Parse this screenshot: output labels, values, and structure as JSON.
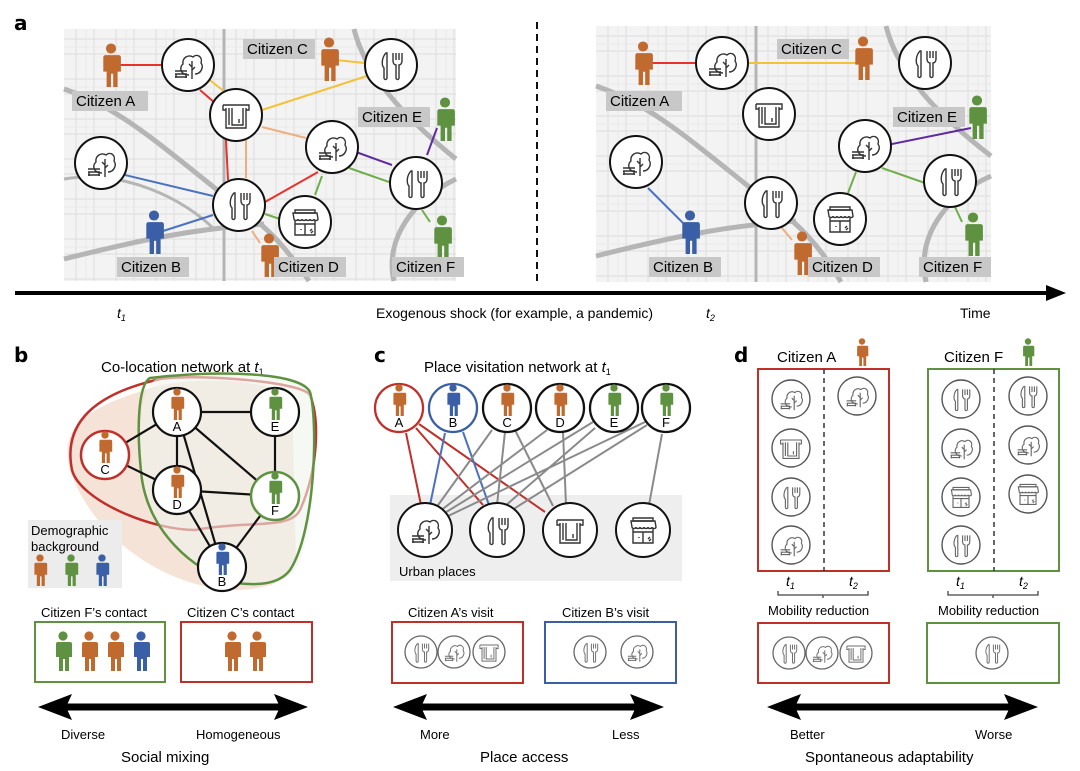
{
  "colors": {
    "orange": "#c16a30",
    "green": "#5e9240",
    "blue": "#3a5fa6",
    "red": "#c0302b",
    "edge_red": "#e8322a",
    "edge_yellow": "#f5c237",
    "edge_peach": "#efae80",
    "edge_blue": "#4a72c2",
    "edge_green": "#6fae48",
    "edge_purple": "#5f2aa0",
    "gray_edge": "#8a8a8a",
    "map_bg": "#f2f2f2"
  },
  "panel_a": {
    "letter": "a",
    "maps": [
      {
        "id": "t1",
        "citizens": [
          "Citizen A",
          "Citizen B",
          "Citizen C",
          "Citizen D",
          "Citizen E",
          "Citizen F"
        ]
      },
      {
        "id": "t2",
        "citizens": [
          "Citizen A",
          "Citizen B",
          "Citizen C",
          "Citizen D",
          "Citizen E",
          "Citizen F"
        ]
      }
    ],
    "timeline": {
      "t1": "t",
      "t1_sub": "1",
      "shock": "Exogenous shock (for example, a pandemic)",
      "t2": "t",
      "t2_sub": "2",
      "time": "Time"
    }
  },
  "panel_b": {
    "letter": "b",
    "title": "Co-location network at ",
    "title_t": "t",
    "title_sub": "1",
    "nodes": [
      "A",
      "B",
      "C",
      "D",
      "E",
      "F"
    ],
    "legend_title_1": "Demographic",
    "legend_title_2": "background",
    "contact_f": "Citizen F’s contact",
    "contact_c": "Citizen C’s contact",
    "left": "Diverse",
    "right": "Homogeneous",
    "axis": "Social mixing"
  },
  "panel_c": {
    "letter": "c",
    "title": "Place visitation network at ",
    "title_t": "t",
    "title_sub": "1",
    "nodes": [
      "A",
      "B",
      "C",
      "D",
      "E",
      "F"
    ],
    "places_label": "Urban places",
    "visit_a": "Citizen A’s visit",
    "visit_b": "Citizen B’s visit",
    "left": "More",
    "right": "Less",
    "axis": "Place access"
  },
  "panel_d": {
    "letter": "d",
    "citizen_a": "Citizen A",
    "citizen_f": "Citizen F",
    "t": "t",
    "sub1": "1",
    "sub2": "2",
    "mobility_a": "Mobility reduction",
    "mobility_f": "Mobility reduction",
    "left": "Better",
    "right": "Worse",
    "axis": "Spontaneous adaptability"
  }
}
